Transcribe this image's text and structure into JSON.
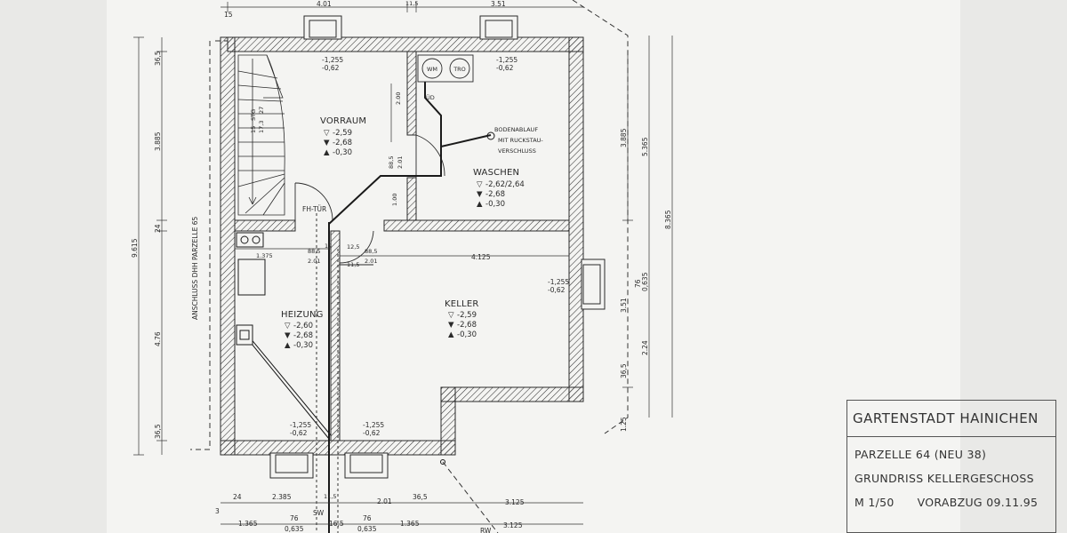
{
  "title_block": {
    "project": "GARTENSTADT HAINICHEN",
    "parcel": "PARZELLE 64 (NEU 38)",
    "drawing": "GRUNDRISS KELLERGESCHOSS",
    "scale": "M 1/50",
    "status": "VORABZUG 09.11.95"
  },
  "rooms": {
    "vorraum": {
      "name": "VORRAUM",
      "levels": [
        "-2,59",
        "-2,68",
        "-0,30"
      ]
    },
    "waschen": {
      "name": "WASCHEN",
      "levels": [
        "-2,62/2,64",
        "-2,68",
        "-0,30"
      ]
    },
    "heizung": {
      "name": "HEIZUNG",
      "levels": [
        "-2,60",
        "-2,68",
        "-0,30"
      ]
    },
    "keller": {
      "name": "KELLER",
      "levels": [
        "-2,59",
        "-2,68",
        "-0,30"
      ]
    }
  },
  "window_levels": {
    "top_left": [
      "-1,255",
      "-0,62"
    ],
    "top_right": [
      "-1,255",
      "-0,62"
    ],
    "right": [
      "-1,255",
      "-0,62"
    ],
    "bottom_left": [
      "-1,255",
      "-0,62"
    ],
    "bottom_mid": [
      "-1,255",
      "-0,62"
    ]
  },
  "annotations": {
    "wm": "WM",
    "tro": "TRO",
    "ud": "ÜD",
    "fh_tur": "FH-TÜR",
    "bodenablauf": [
      "BODENABLAUF",
      "MIT RUCKSTAU-",
      "VERSCHLUSS"
    ],
    "sw": "SW",
    "rw": "RW",
    "stairs": [
      "15",
      "STG",
      "17,3",
      "27"
    ],
    "neighbor": "ANSCHLUSS DHH PARZELLE 65"
  },
  "dimensions": {
    "top": [
      "15",
      "4.01",
      "11,5",
      "3.51"
    ],
    "left": [
      "36,5",
      "3.885",
      "24",
      "4.76",
      "36,5",
      "9.615"
    ],
    "right": [
      "3.885",
      "5.365",
      "8.365",
      "76",
      "0,635",
      "3.51",
      "2.24",
      "36,5",
      "1.25"
    ],
    "inner": [
      "2.00",
      "88,5",
      "2.01",
      "1.00",
      "88,5",
      "2.01",
      "12",
      "12,5",
      "88,5",
      "2.01",
      "1.375",
      "4.125",
      "11,5"
    ],
    "bottom_row1": [
      "24",
      "2.385",
      "11,5",
      "2.01",
      "36,5",
      "3.125"
    ],
    "bottom_row2": [
      "3",
      "1.365",
      "76",
      "0,635",
      "16,5",
      "76",
      "0,635",
      "1.365",
      "3.125"
    ]
  },
  "colors": {
    "paper": "#f4f4f2",
    "ink": "#2a2a2a",
    "background": "#e9e9e7"
  }
}
